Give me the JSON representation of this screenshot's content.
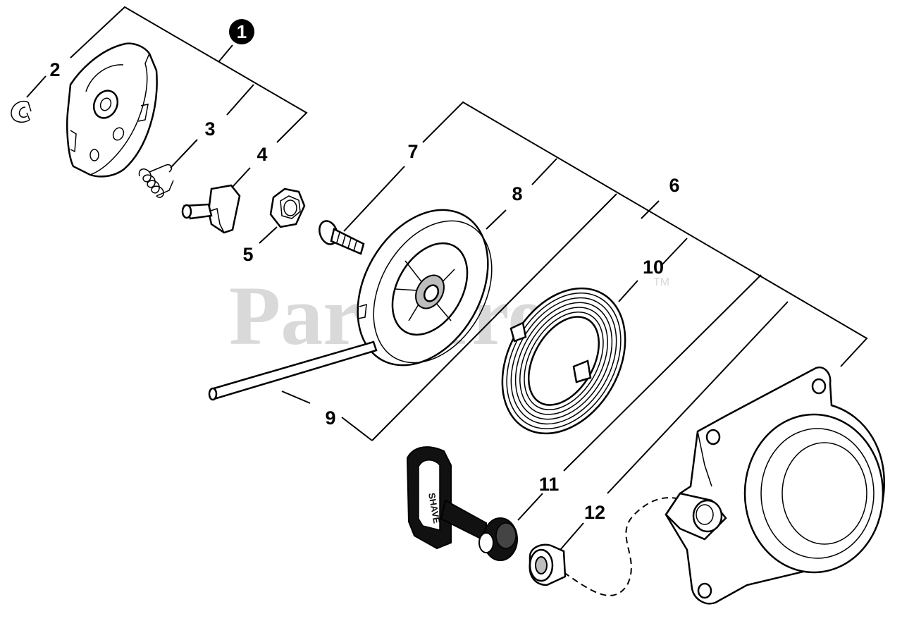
{
  "watermark": {
    "text": "PartsTree",
    "trademark": "TM"
  },
  "callouts": {
    "c1": "1",
    "c2": "2",
    "c3": "3",
    "c4": "4",
    "c5": "5",
    "c6": "6",
    "c7": "7",
    "c8": "8",
    "c9": "9",
    "c10": "10",
    "c11": "11",
    "c12": "12"
  },
  "handle_text": "SHAVE"
}
